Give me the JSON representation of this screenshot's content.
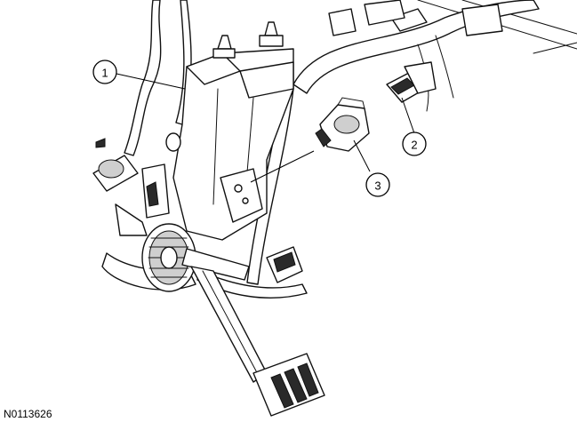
{
  "figure": {
    "id_label": "N0113626"
  },
  "callouts": [
    {
      "number": "1"
    },
    {
      "number": "2"
    },
    {
      "number": "3"
    }
  ],
  "colors": {
    "line": "#111111",
    "fill": "#ffffff",
    "shade": "#cfcfcf"
  }
}
